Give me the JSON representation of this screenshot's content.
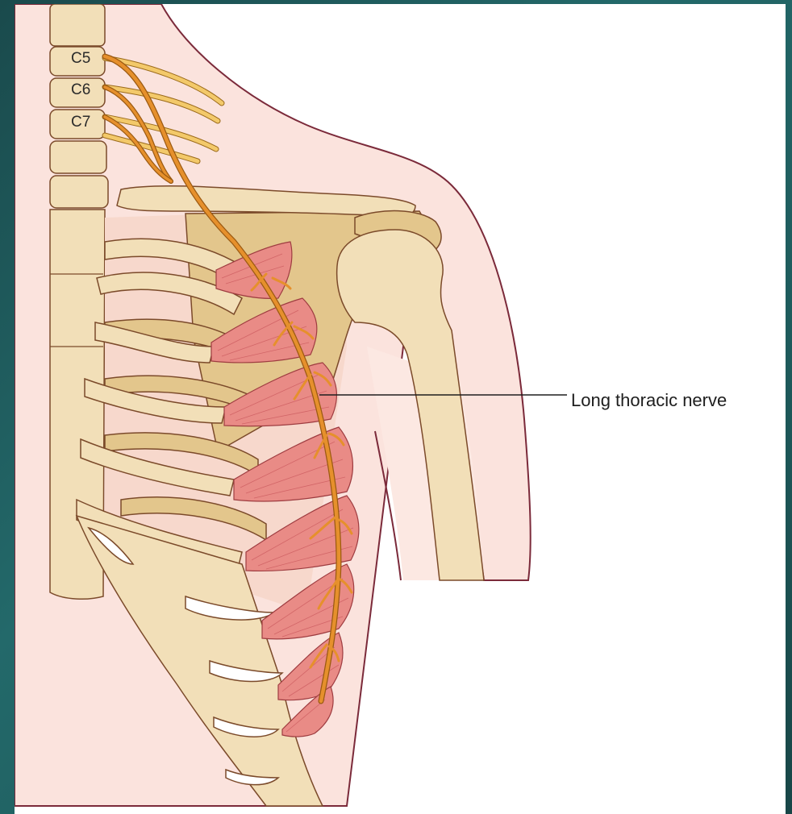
{
  "labels": {
    "c5": "C5",
    "c6": "C6",
    "c7": "C7",
    "nerve": "Long thoracic nerve"
  },
  "colors": {
    "frame": "#1d5556",
    "bone": "#f2dfb8",
    "bone_shadow": "#e3c68c",
    "skin": "#fbe3dd",
    "outline": "#7b2a3a",
    "muscle": "#e98b86",
    "muscle_fiber": "#c8555a",
    "nerve": "#e6902c",
    "nerve_outline": "#9b5a12",
    "root_nerves": "#f3c96a"
  },
  "icons": [
    "serratus-anterior-muscle",
    "long-thoracic-nerve",
    "brachial-plexus-roots",
    "scapula",
    "humerus",
    "clavicle",
    "ribcage",
    "cervical-vertebrae"
  ]
}
